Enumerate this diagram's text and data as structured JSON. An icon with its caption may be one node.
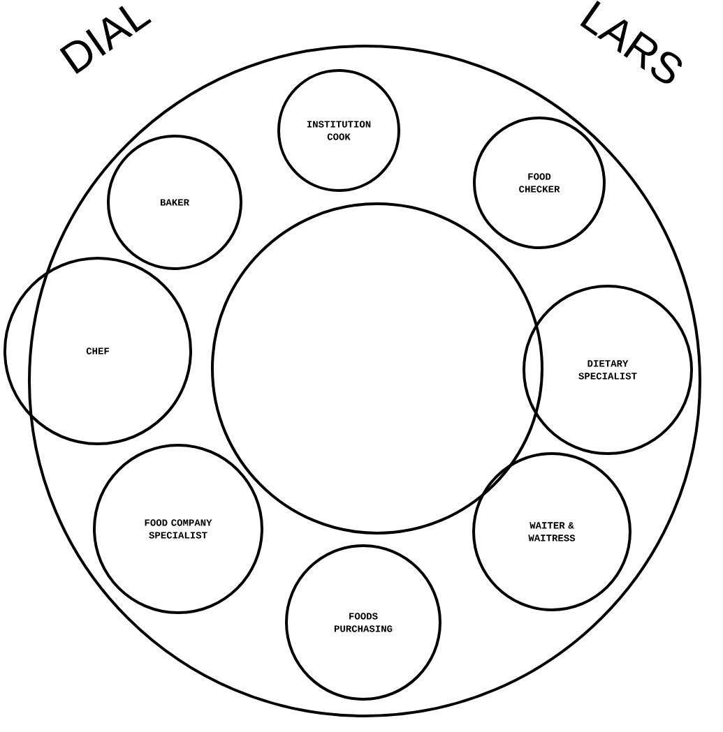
{
  "diagram": {
    "nodes": [
      {
        "text": [],
        "shape": "circle"
      },
      {
        "text": [],
        "shape": "circle",
        "in": 0
      },
      {
        "text": [
          "INSTITUTION COOK"
        ],
        "in": 0
      },
      {
        "text": [
          "FOOD CHECKER"
        ],
        "in": 0
      },
      {
        "text": [
          "BAKER"
        ],
        "in": 0
      },
      {
        "text": [
          "CHEF"
        ]
      },
      {
        "text": [
          "DIETARY SPECIALIST"
        ],
        "in": 0
      },
      {
        "text": [
          "FOOD COMPANY SPECIALIST"
        ],
        "in": 0
      },
      {
        "text": [
          "WAITER & WAITRESS"
        ],
        "in": 0
      },
      {
        "text": [
          "FOODS PURCHASING"
        ],
        "in": 0
      }
    ],
    "edges": [],
    "labels": [
      "DIAL",
      "LARS"
    ]
  }
}
